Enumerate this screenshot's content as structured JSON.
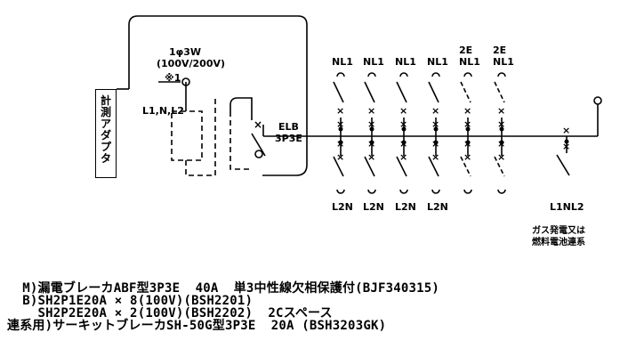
{
  "adapter": {
    "label": "計\n測\nア\nダ\nプ\nタ"
  },
  "meter": {
    "phase": "1φ3W",
    "voltage": "(100V/200V)",
    "note": "※1",
    "lines": "L1,N,L2"
  },
  "elb": {
    "label": "ELB",
    "poles": "3P3E"
  },
  "branches": [
    {
      "top": "NL1",
      "bottom": "L2N",
      "style": "solid"
    },
    {
      "top": "NL1",
      "bottom": "L2N",
      "style": "solid"
    },
    {
      "top": "NL1",
      "bottom": "L2N",
      "style": "solid"
    },
    {
      "top": "NL1",
      "bottom": "L2N",
      "style": "solid"
    },
    {
      "top": "2E\nNL1",
      "bottom": "",
      "style": "dashed"
    },
    {
      "top": "2E\nNL1",
      "bottom": "",
      "style": "dashed"
    }
  ],
  "interconnect": {
    "bottom": "L1NL2",
    "note": "ガス発電又は\n燃料電池連系"
  },
  "specs": [
    "  M)漏電ブレーカABF型3P3E  40A  単3中性線欠相保護付(BJF340315)",
    "  B)SH2P1E20A × 8(100V)(BSH2201)",
    "    SH2P2E20A × 2(100V)(BSH2202)  2Cスペース",
    "連系用)サーキットブレーカSH-50G型3P3E  20A (BSH3203GK)"
  ]
}
